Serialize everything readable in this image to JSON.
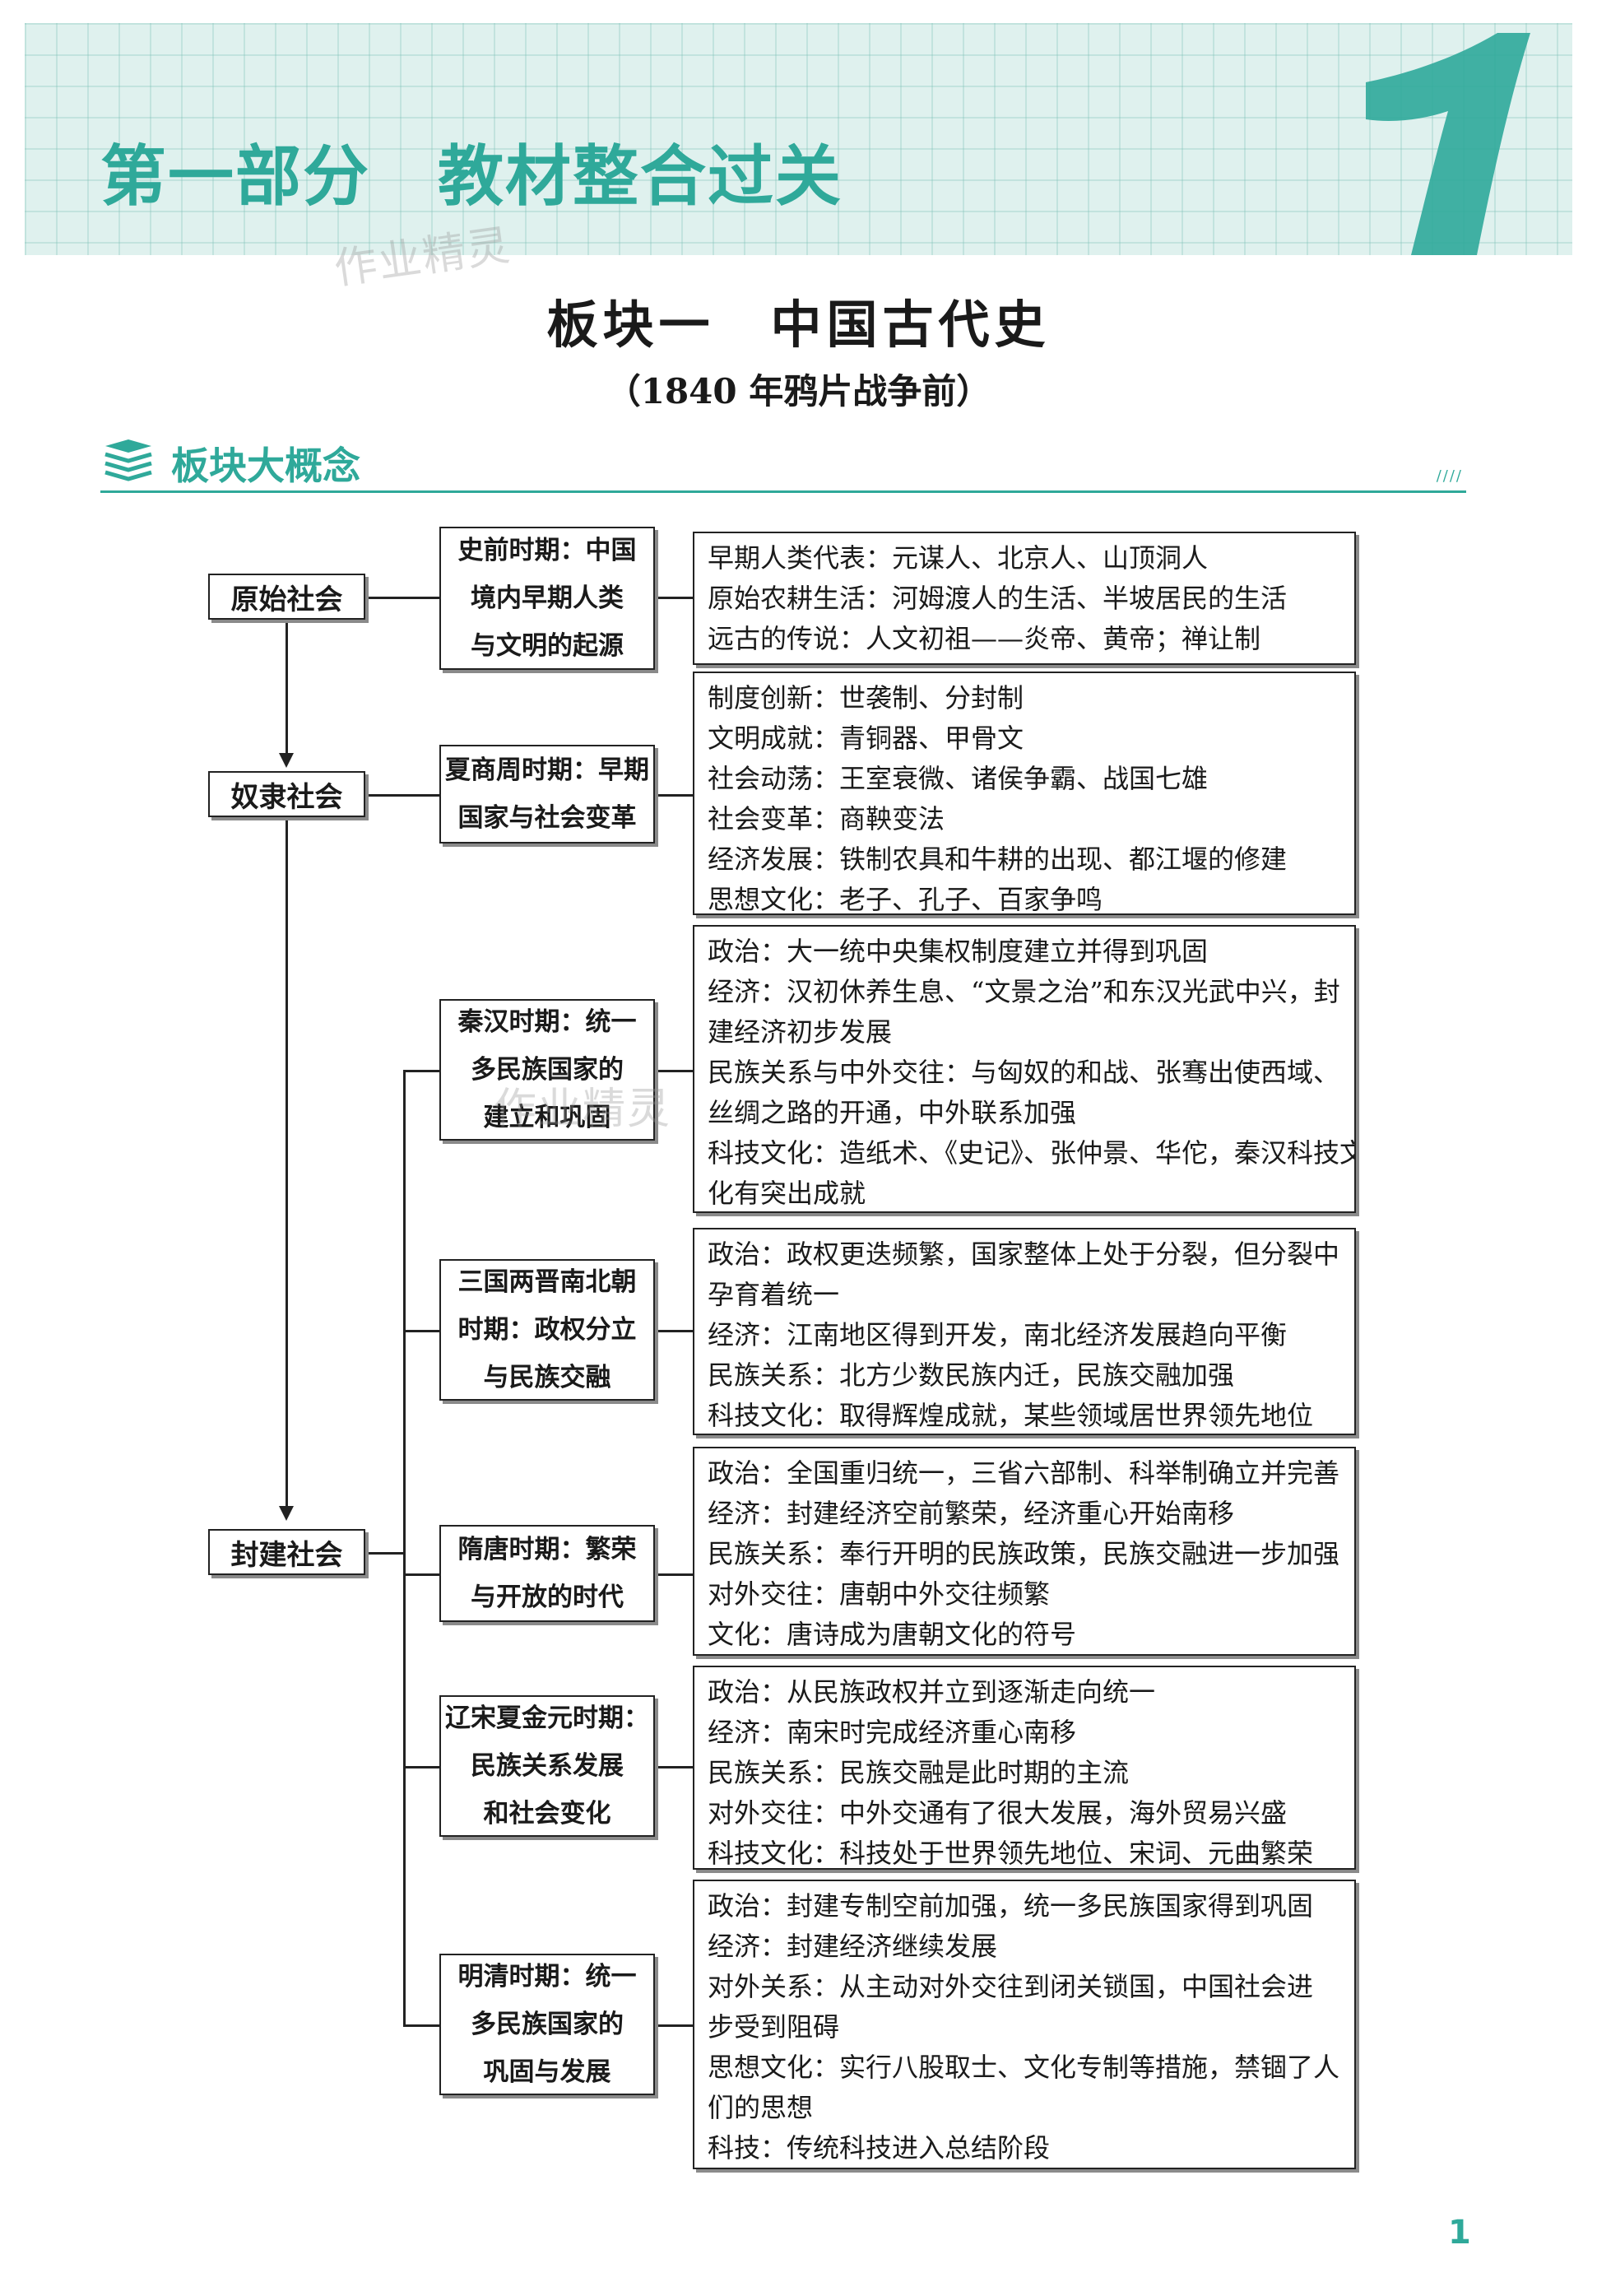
{
  "header": {
    "part_title": "第一部分　教材整合过关",
    "watermark": "作业精灵"
  },
  "section": {
    "title": "板块一　中国古代史",
    "subtitle": "（1840 年鸦片战争前）",
    "concept_title": "板块大概念"
  },
  "societies": [
    "原始社会",
    "奴隶社会",
    "封建社会"
  ],
  "periods": [
    {
      "label": [
        "史前时期：中国",
        "境内早期人类",
        "与文明的起源"
      ],
      "details": [
        "早期人类代表：元谋人、北京人、山顶洞人",
        "原始农耕生活：河姆渡人的生活、半坡居民的生活",
        "远古的传说：人文初祖——炎帝、黄帝；禅让制"
      ]
    },
    {
      "label": [
        "夏商周时期：早期",
        "国家与社会变革"
      ],
      "details": [
        "制度创新：世袭制、分封制",
        "文明成就：青铜器、甲骨文",
        "社会动荡：王室衰微、诸侯争霸、战国七雄",
        "社会变革：商鞅变法",
        "经济发展：铁制农具和牛耕的出现、都江堰的修建",
        "思想文化：老子、孔子、百家争鸣"
      ]
    },
    {
      "label": [
        "秦汉时期：统一",
        "多民族国家的",
        "建立和巩固"
      ],
      "details": [
        "政治：大一统中央集权制度建立并得到巩固",
        "经济：汉初休养生息、“文景之治”和东汉光武中兴，封",
        "建经济初步发展",
        "民族关系与中外交往：与匈奴的和战、张骞出使西域、",
        "丝绸之路的开通，中外联系加强",
        "科技文化：造纸术、《史记》、张仲景、华佗，秦汉科技文",
        "化有突出成就"
      ]
    },
    {
      "label": [
        "三国两晋南北朝",
        "时期：政权分立",
        "与民族交融"
      ],
      "details": [
        "政治：政权更迭频繁，国家整体上处于分裂，但分裂中",
        "孕育着统一",
        "经济：江南地区得到开发，南北经济发展趋向平衡",
        "民族关系：北方少数民族内迁，民族交融加强",
        "科技文化：取得辉煌成就，某些领域居世界领先地位"
      ]
    },
    {
      "label": [
        "隋唐时期：繁荣",
        "与开放的时代"
      ],
      "details": [
        "政治：全国重归统一，三省六部制、科举制确立并完善",
        "经济：封建经济空前繁荣，经济重心开始南移",
        "民族关系：奉行开明的民族政策，民族交融进一步加强",
        "对外交往：唐朝中外交往频繁",
        "文化：唐诗成为唐朝文化的符号"
      ]
    },
    {
      "label": [
        "辽宋夏金元时期：",
        "民族关系发展",
        "和社会变化"
      ],
      "details": [
        "政治：从民族政权并立到逐渐走向统一",
        "经济：南宋时完成经济重心南移",
        "民族关系：民族交融是此时期的主流",
        "对外交往：中外交通有了很大发展，海外贸易兴盛",
        "科技文化：科技处于世界领先地位、宋词、元曲繁荣"
      ]
    },
    {
      "label": [
        "明清时期：统一",
        "多民族国家的",
        "巩固与发展"
      ],
      "details": [
        "政治：封建专制空前加强，统一多民族国家得到巩固",
        "经济：封建经济继续发展",
        "对外关系：从主动对外交往到闭关锁国，中国社会进",
        "步受到阻碍",
        "思想文化：实行八股取士、文化专制等措施，禁锢了人",
        "们的思想",
        "科技：传统科技进入总结阶段"
      ]
    }
  ],
  "page_number": "1",
  "colors": {
    "accent": "#2fa99a",
    "banner": "#dff1ee"
  }
}
